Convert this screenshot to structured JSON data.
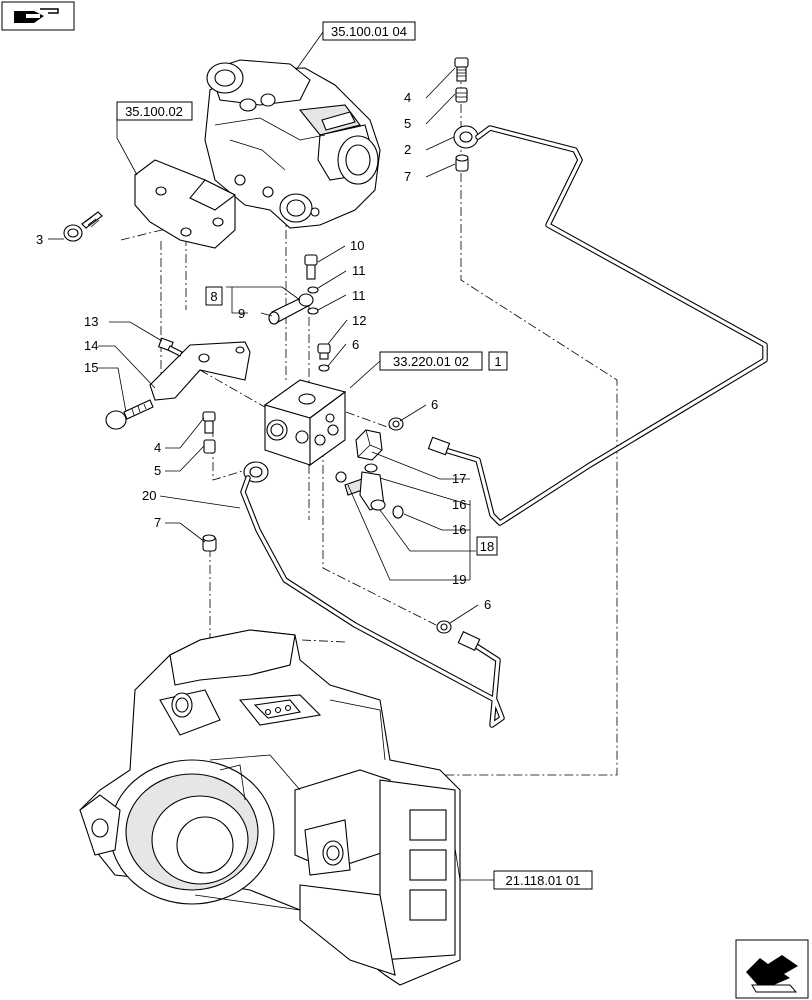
{
  "references": {
    "top_valve": "35.100.01 04",
    "left_plate": "35.100.02",
    "control_block": "33.220.01 02",
    "control_block_item": "1",
    "housing": "21.118.01 01",
    "group_8": "8",
    "group_18": "18"
  },
  "callouts": {
    "c2": "2",
    "c3": "3",
    "c4a": "4",
    "c4b": "4",
    "c5a": "5",
    "c5b": "5",
    "c6a": "6",
    "c6b": "6",
    "c6c": "6",
    "c7a": "7",
    "c7b": "7",
    "c9": "9",
    "c10": "10",
    "c11a": "11",
    "c11b": "11",
    "c12": "12",
    "c13": "13",
    "c14": "14",
    "c15": "15",
    "c16a": "16",
    "c16b": "16",
    "c17": "17",
    "c19": "19",
    "c20": "20"
  },
  "icons": {
    "top_left": "folded-sheet-arrow-icon",
    "bottom_right": "next-page-arrow-icon"
  }
}
